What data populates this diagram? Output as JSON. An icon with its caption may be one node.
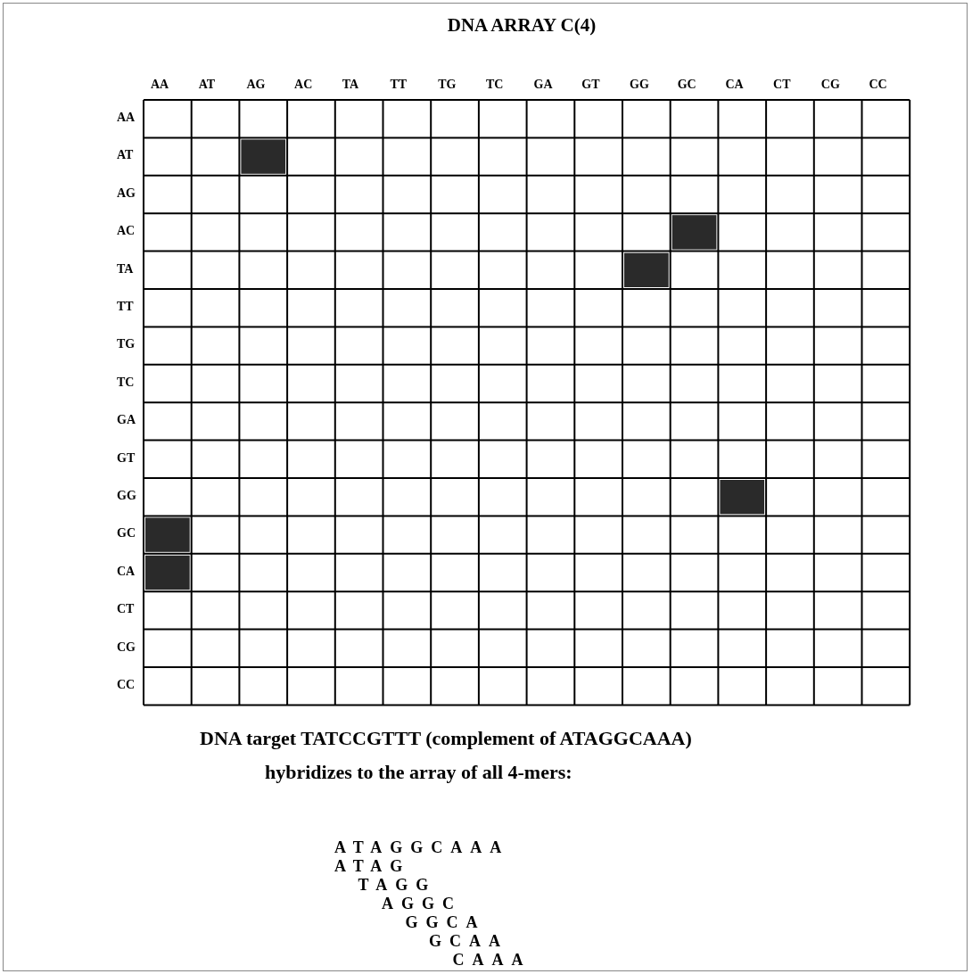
{
  "diagram": {
    "title": "DNA ARRAY C(4)",
    "labels": [
      "AA",
      "AT",
      "AG",
      "AC",
      "TA",
      "TT",
      "TG",
      "TC",
      "GA",
      "GT",
      "GG",
      "GC",
      "CA",
      "CT",
      "CG",
      "CC",
      "AA",
      "AT",
      "AG",
      "AC",
      "TA",
      "TT",
      "TG",
      "TC",
      "GA",
      "GT",
      "GG",
      "GC",
      "CA",
      "CT",
      "CG",
      "CC",
      "DNA target TATCCGTTT (complement of ATAGGCAAA)",
      "hybridizes to the array of all 4-mers:",
      "ATAGGCAAA",
      "ATAG",
      "TAGG",
      "AGGC",
      "GGCA",
      "GCAA",
      "CAAA"
    ]
  }
}
